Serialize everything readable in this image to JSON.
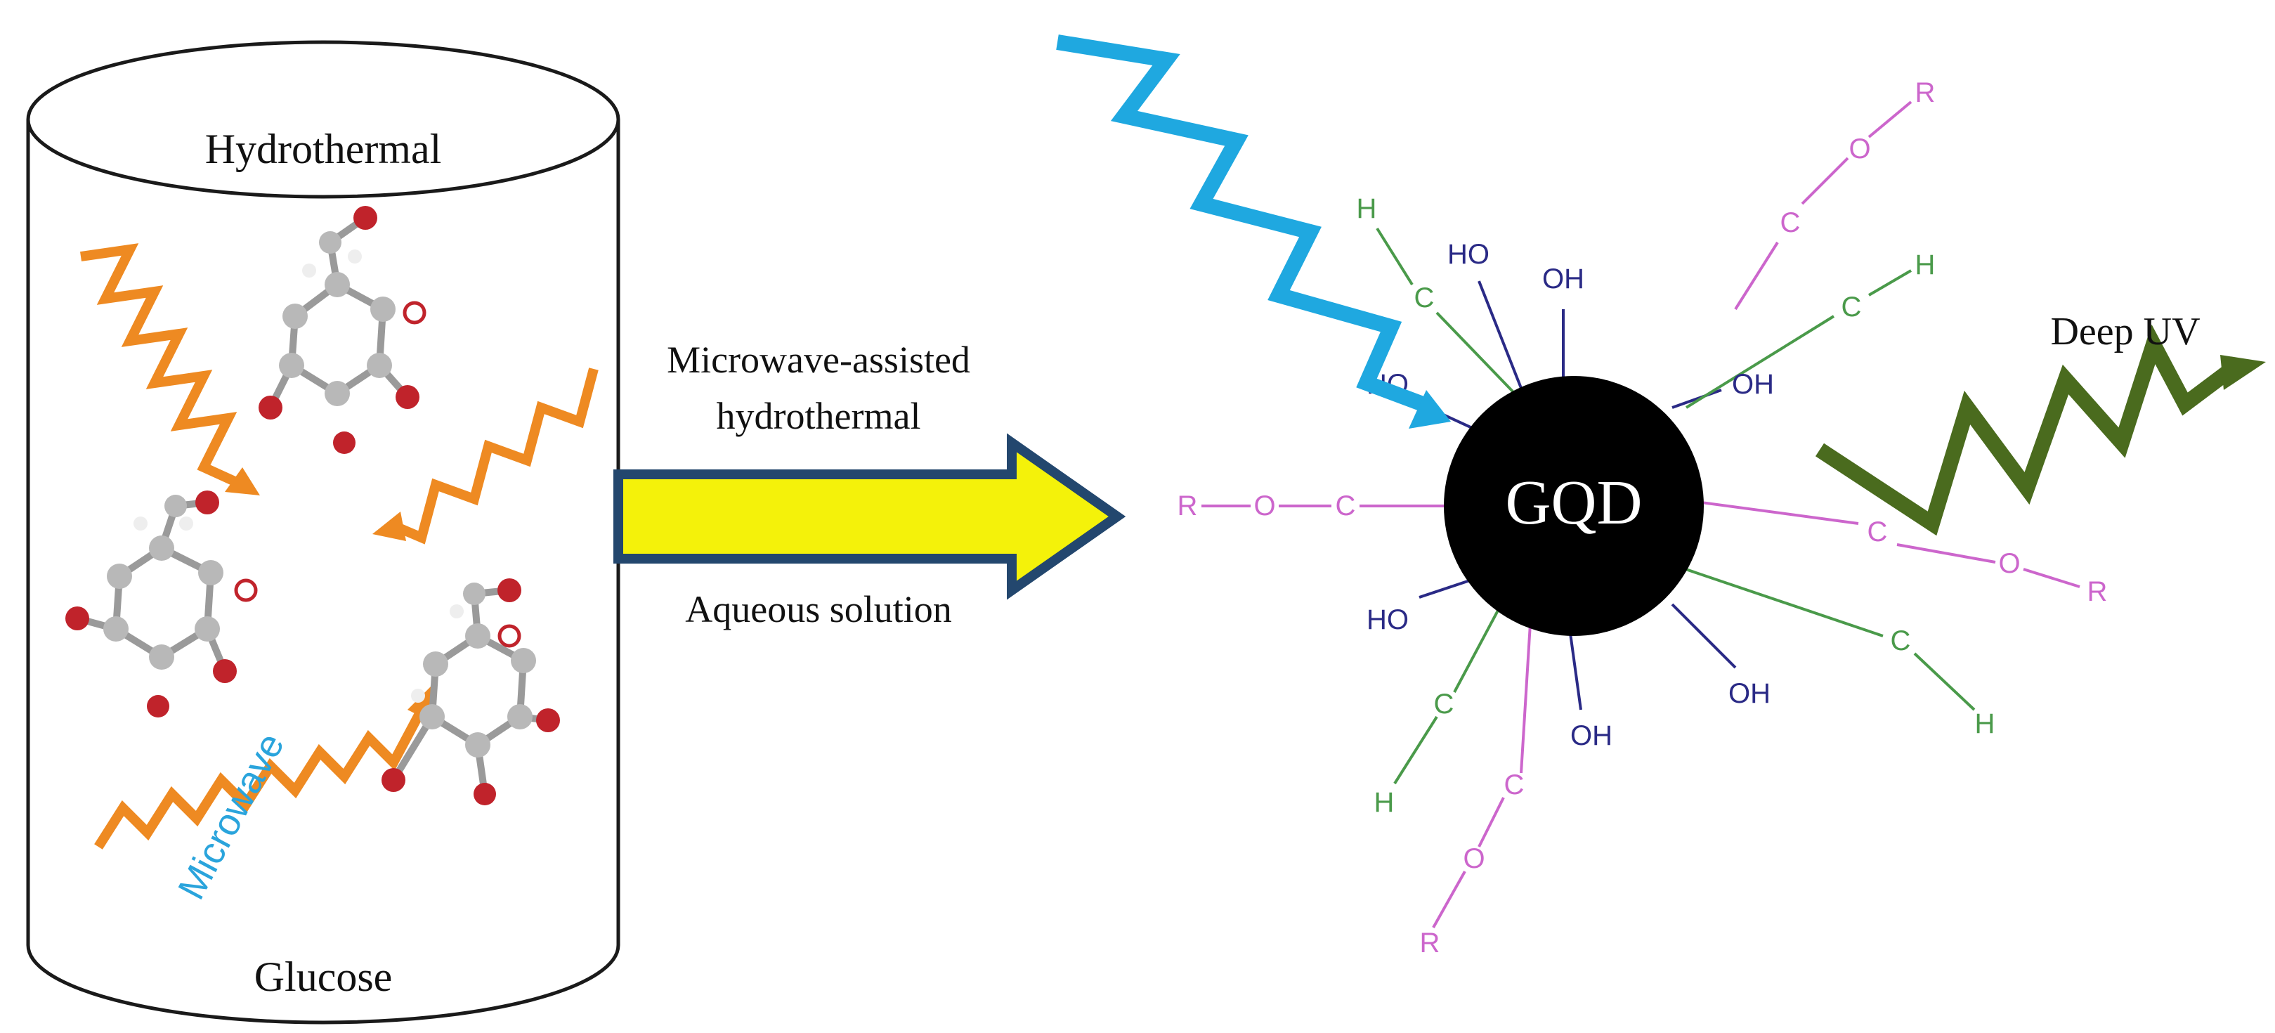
{
  "labels": {
    "container_top": "Hydrothermal",
    "container_bottom": "Glucose",
    "microwave": "Microwave",
    "arrow_top_line1": "Microwave-assisted",
    "arrow_top_line2": "hydrothermal",
    "arrow_bottom": "Aqueous solution",
    "core": "GQD",
    "emission": "Deep UV"
  },
  "groups": {
    "r": "R",
    "o": "O",
    "c": "C",
    "h": "H",
    "oh": "OH",
    "ho": "HO"
  },
  "colors": {
    "wave_orange": "#ee8a22",
    "wave_blue": "#1fa8e0",
    "wave_green": "#4a6b1e",
    "arrow_fill": "#f4f20a",
    "arrow_stroke": "#23476e",
    "hydroxyl": "#2a2a86",
    "ester": "#cc66cc",
    "methyl": "#4a9a4a",
    "core": "#000000",
    "core_text": "#ffffff",
    "microwave_text": "#2aa4dc"
  }
}
